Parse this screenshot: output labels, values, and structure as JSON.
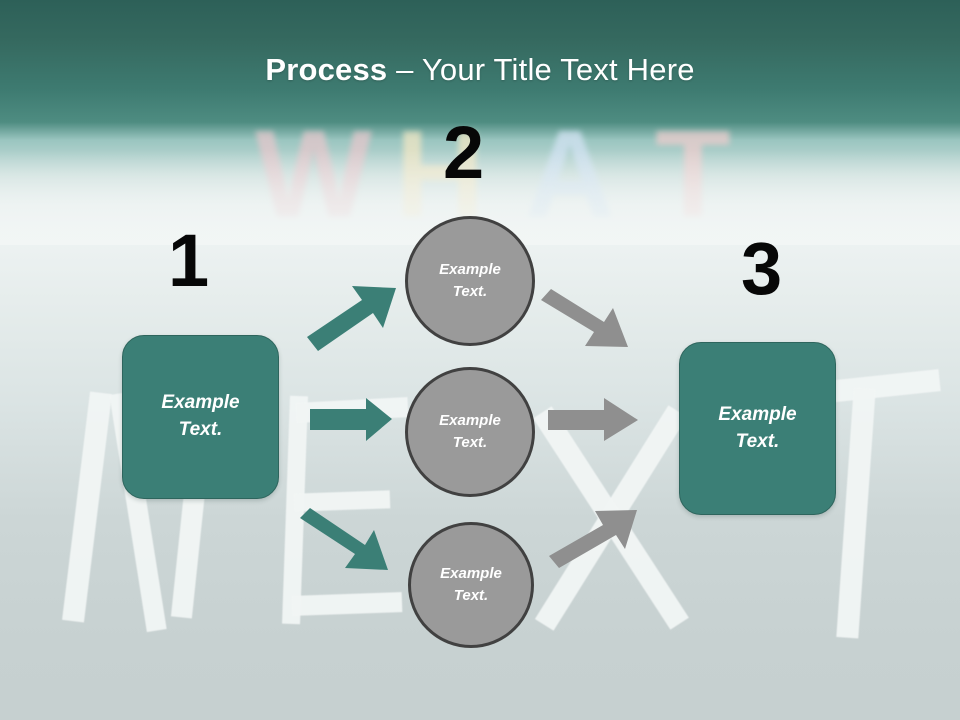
{
  "slide": {
    "title_strong": "Process",
    "title_rest": " – Your Title Text Here",
    "background_words": {
      "upper": [
        "W",
        "H",
        "A",
        "T"
      ],
      "lower": "NEXT"
    }
  },
  "colors": {
    "header_dark_teal": "#2d6058",
    "accent_teal": "#3b7f76",
    "teal_border": "#2e655d",
    "circle_gray": "#9a9a9a",
    "circle_border": "#414141",
    "arrow_teal": "#3b7f76",
    "arrow_gray": "#8f8f8f",
    "page_background": "#c8d2d2",
    "number_black": "#070707",
    "text_white": "#ffffff"
  },
  "steps": [
    {
      "number": "1",
      "name": "step-1"
    },
    {
      "number": "2",
      "name": "step-2"
    },
    {
      "number": "3",
      "name": "step-3"
    }
  ],
  "boxes": {
    "left": {
      "line1": "Example",
      "line2": "Text."
    },
    "right": {
      "line1": "Example",
      "line2": "Text."
    }
  },
  "circles": [
    {
      "line1": "Example",
      "line2": "Text."
    },
    {
      "line1": "Example",
      "line2": "Text."
    },
    {
      "line1": "Example",
      "line2": "Text."
    }
  ],
  "arrows": [
    {
      "name": "arrow-left-to-top-circle",
      "color": "teal",
      "direction": "up-right"
    },
    {
      "name": "arrow-left-to-mid-circle",
      "color": "teal",
      "direction": "right"
    },
    {
      "name": "arrow-left-to-bottom-circle",
      "color": "teal",
      "direction": "down-right"
    },
    {
      "name": "arrow-top-circle-to-right",
      "color": "gray",
      "direction": "down-right"
    },
    {
      "name": "arrow-mid-circle-to-right",
      "color": "gray",
      "direction": "right"
    },
    {
      "name": "arrow-bottom-circle-to-right",
      "color": "gray",
      "direction": "up-right"
    }
  ]
}
